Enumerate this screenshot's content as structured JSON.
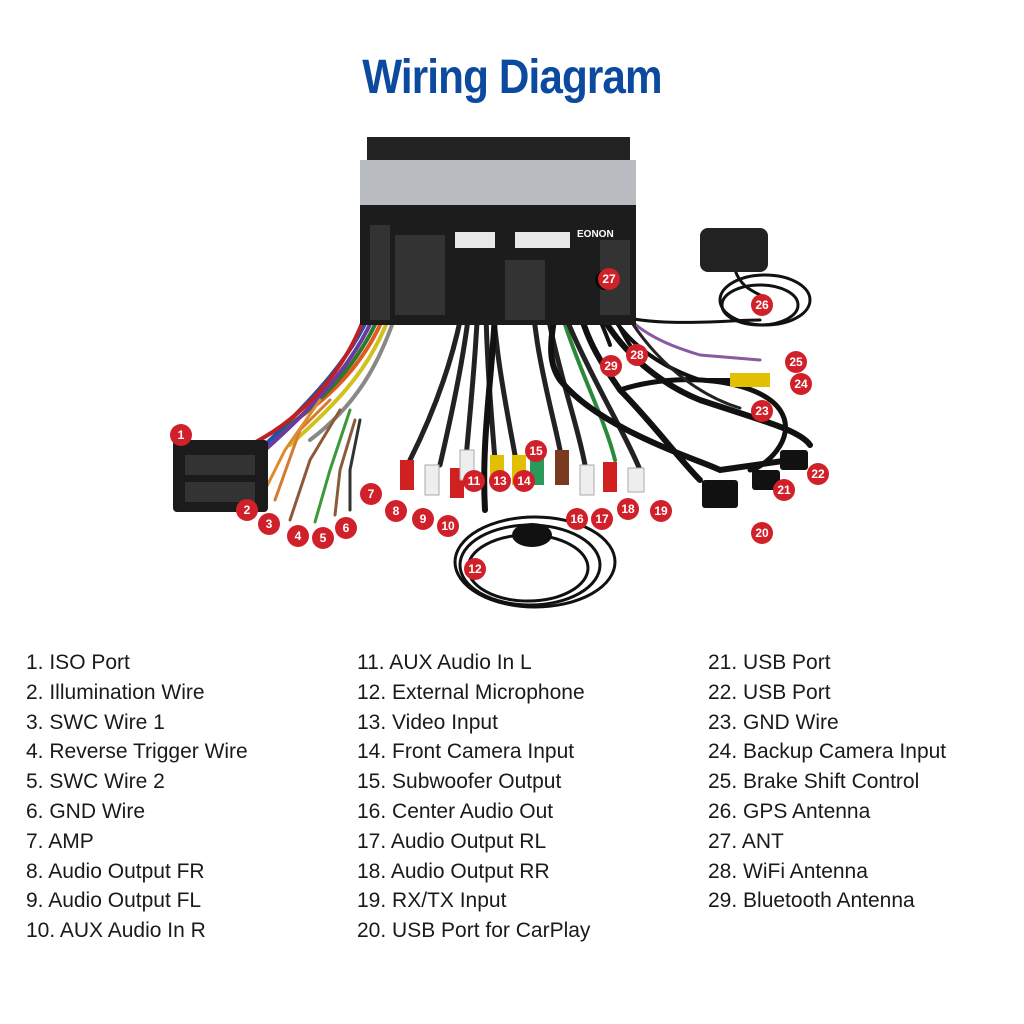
{
  "title": "Wiring Diagram",
  "brand_logo": "EONON",
  "markers": [
    "1",
    "2",
    "3",
    "4",
    "5",
    "6",
    "7",
    "8",
    "9",
    "10",
    "11",
    "12",
    "13",
    "14",
    "15",
    "16",
    "17",
    "18",
    "19",
    "20",
    "21",
    "22",
    "23",
    "24",
    "25",
    "26",
    "27",
    "28",
    "29"
  ],
  "legend": {
    "col1": [
      "1. ISO Port",
      "2. Illumination Wire",
      "3. SWC Wire 1",
      "4. Reverse Trigger Wire",
      "5. SWC Wire 2",
      "6. GND Wire",
      "7. AMP",
      "8. Audio Output FR",
      "9. Audio Output FL",
      "10. AUX Audio In R"
    ],
    "col2": [
      "11. AUX Audio In L",
      "12. External Microphone",
      "13. Video Input",
      "14. Front Camera Input",
      "15. Subwoofer Output",
      "16. Center Audio Out",
      "17. Audio Output RL",
      "18. Audio Output RR",
      "19. RX/TX Input",
      "20. USB Port for CarPlay"
    ],
    "col3": [
      "21. USB Port",
      "22. USB Port",
      "23. GND Wire",
      "24. Backup Camera Input",
      "25. Brake Shift Control",
      "26. GPS Antenna",
      "27. ANT",
      "28. WiFi Antenna",
      "29. Bluetooth Antenna"
    ]
  },
  "colors": {
    "title": "#0b4a9e",
    "marker": "#d0202a"
  }
}
